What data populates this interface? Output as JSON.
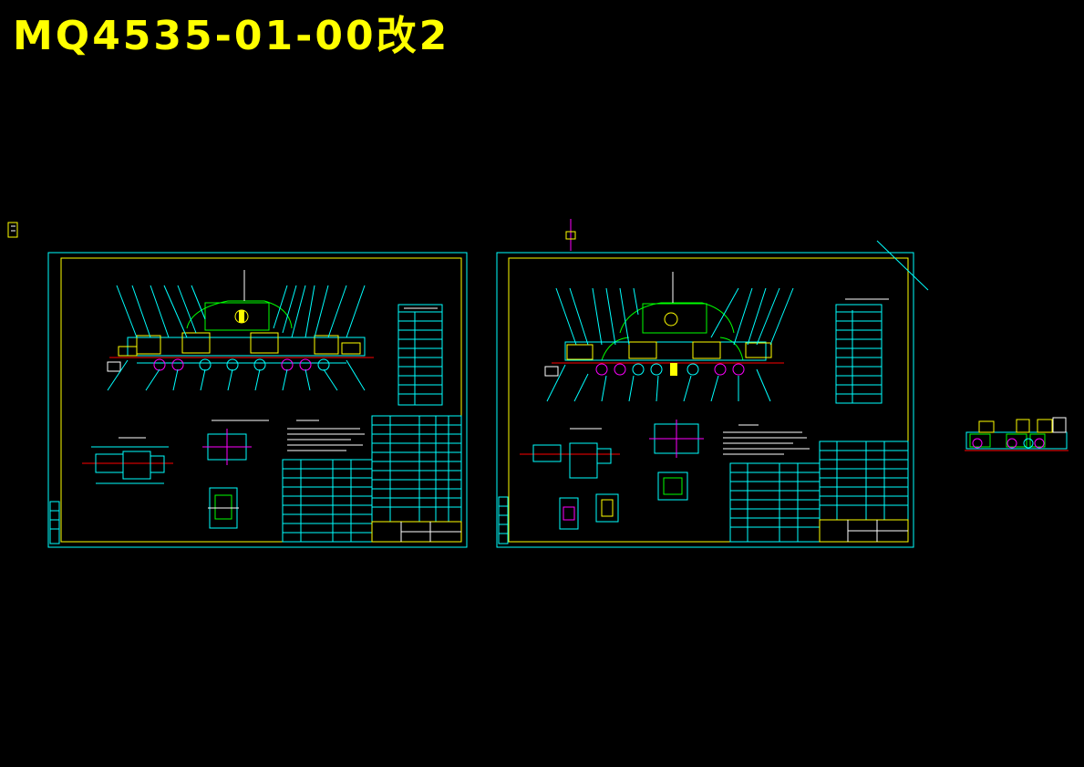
{
  "drawing": {
    "title": "MQ4535-01-00改2"
  },
  "colors": {
    "background": "#000000",
    "title": "#ffff00",
    "frame": "#00ffff",
    "inner_frame": "#ffff00",
    "part": "#00ff00",
    "detail": "#ff00ff",
    "text": "#ffffff",
    "centerline": "#ff0000"
  },
  "sheets": [
    {
      "id": "sheet-1"
    },
    {
      "id": "sheet-2"
    }
  ]
}
